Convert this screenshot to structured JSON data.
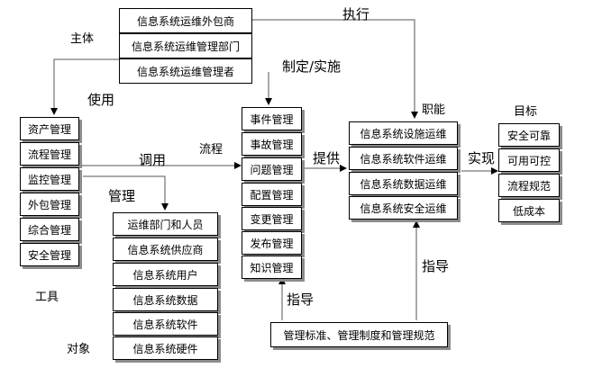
{
  "subject": {
    "label": "主体",
    "items": [
      "信息系统运维外包商",
      "信息系统运维管理部门",
      "信息系统运维管理者"
    ]
  },
  "tools": {
    "label": "工具",
    "items": [
      "资产管理",
      "流程管理",
      "监控管理",
      "外包管理",
      "综合管理",
      "安全管理"
    ]
  },
  "objects": {
    "label": "对象",
    "items": [
      "运维部门和人员",
      "信息系统供应商",
      "信息系统用户",
      "信息系统数据",
      "信息系统软件",
      "信息系统硬件"
    ]
  },
  "process": {
    "label": "流程",
    "items": [
      "事件管理",
      "事故管理",
      "问题管理",
      "配置管理",
      "变更管理",
      "发布管理",
      "知识管理"
    ]
  },
  "functions": {
    "label": "职能",
    "items": [
      "信息系统设施运维",
      "信息系统软件运维",
      "信息系统数据运维",
      "信息系统安全运维"
    ]
  },
  "goals": {
    "label": "目标",
    "items": [
      "安全可靠",
      "可用可控",
      "流程规范",
      "低成本"
    ]
  },
  "guidance_box": "管理标准、管理制度和管理规范",
  "edges": {
    "execute": "执行",
    "use": "使用",
    "formulate": "制定/实施",
    "invoke": "调用",
    "manage": "管理",
    "provide": "提供",
    "realize": "实现",
    "guide_process": "指导",
    "guide_functions": "指导"
  }
}
